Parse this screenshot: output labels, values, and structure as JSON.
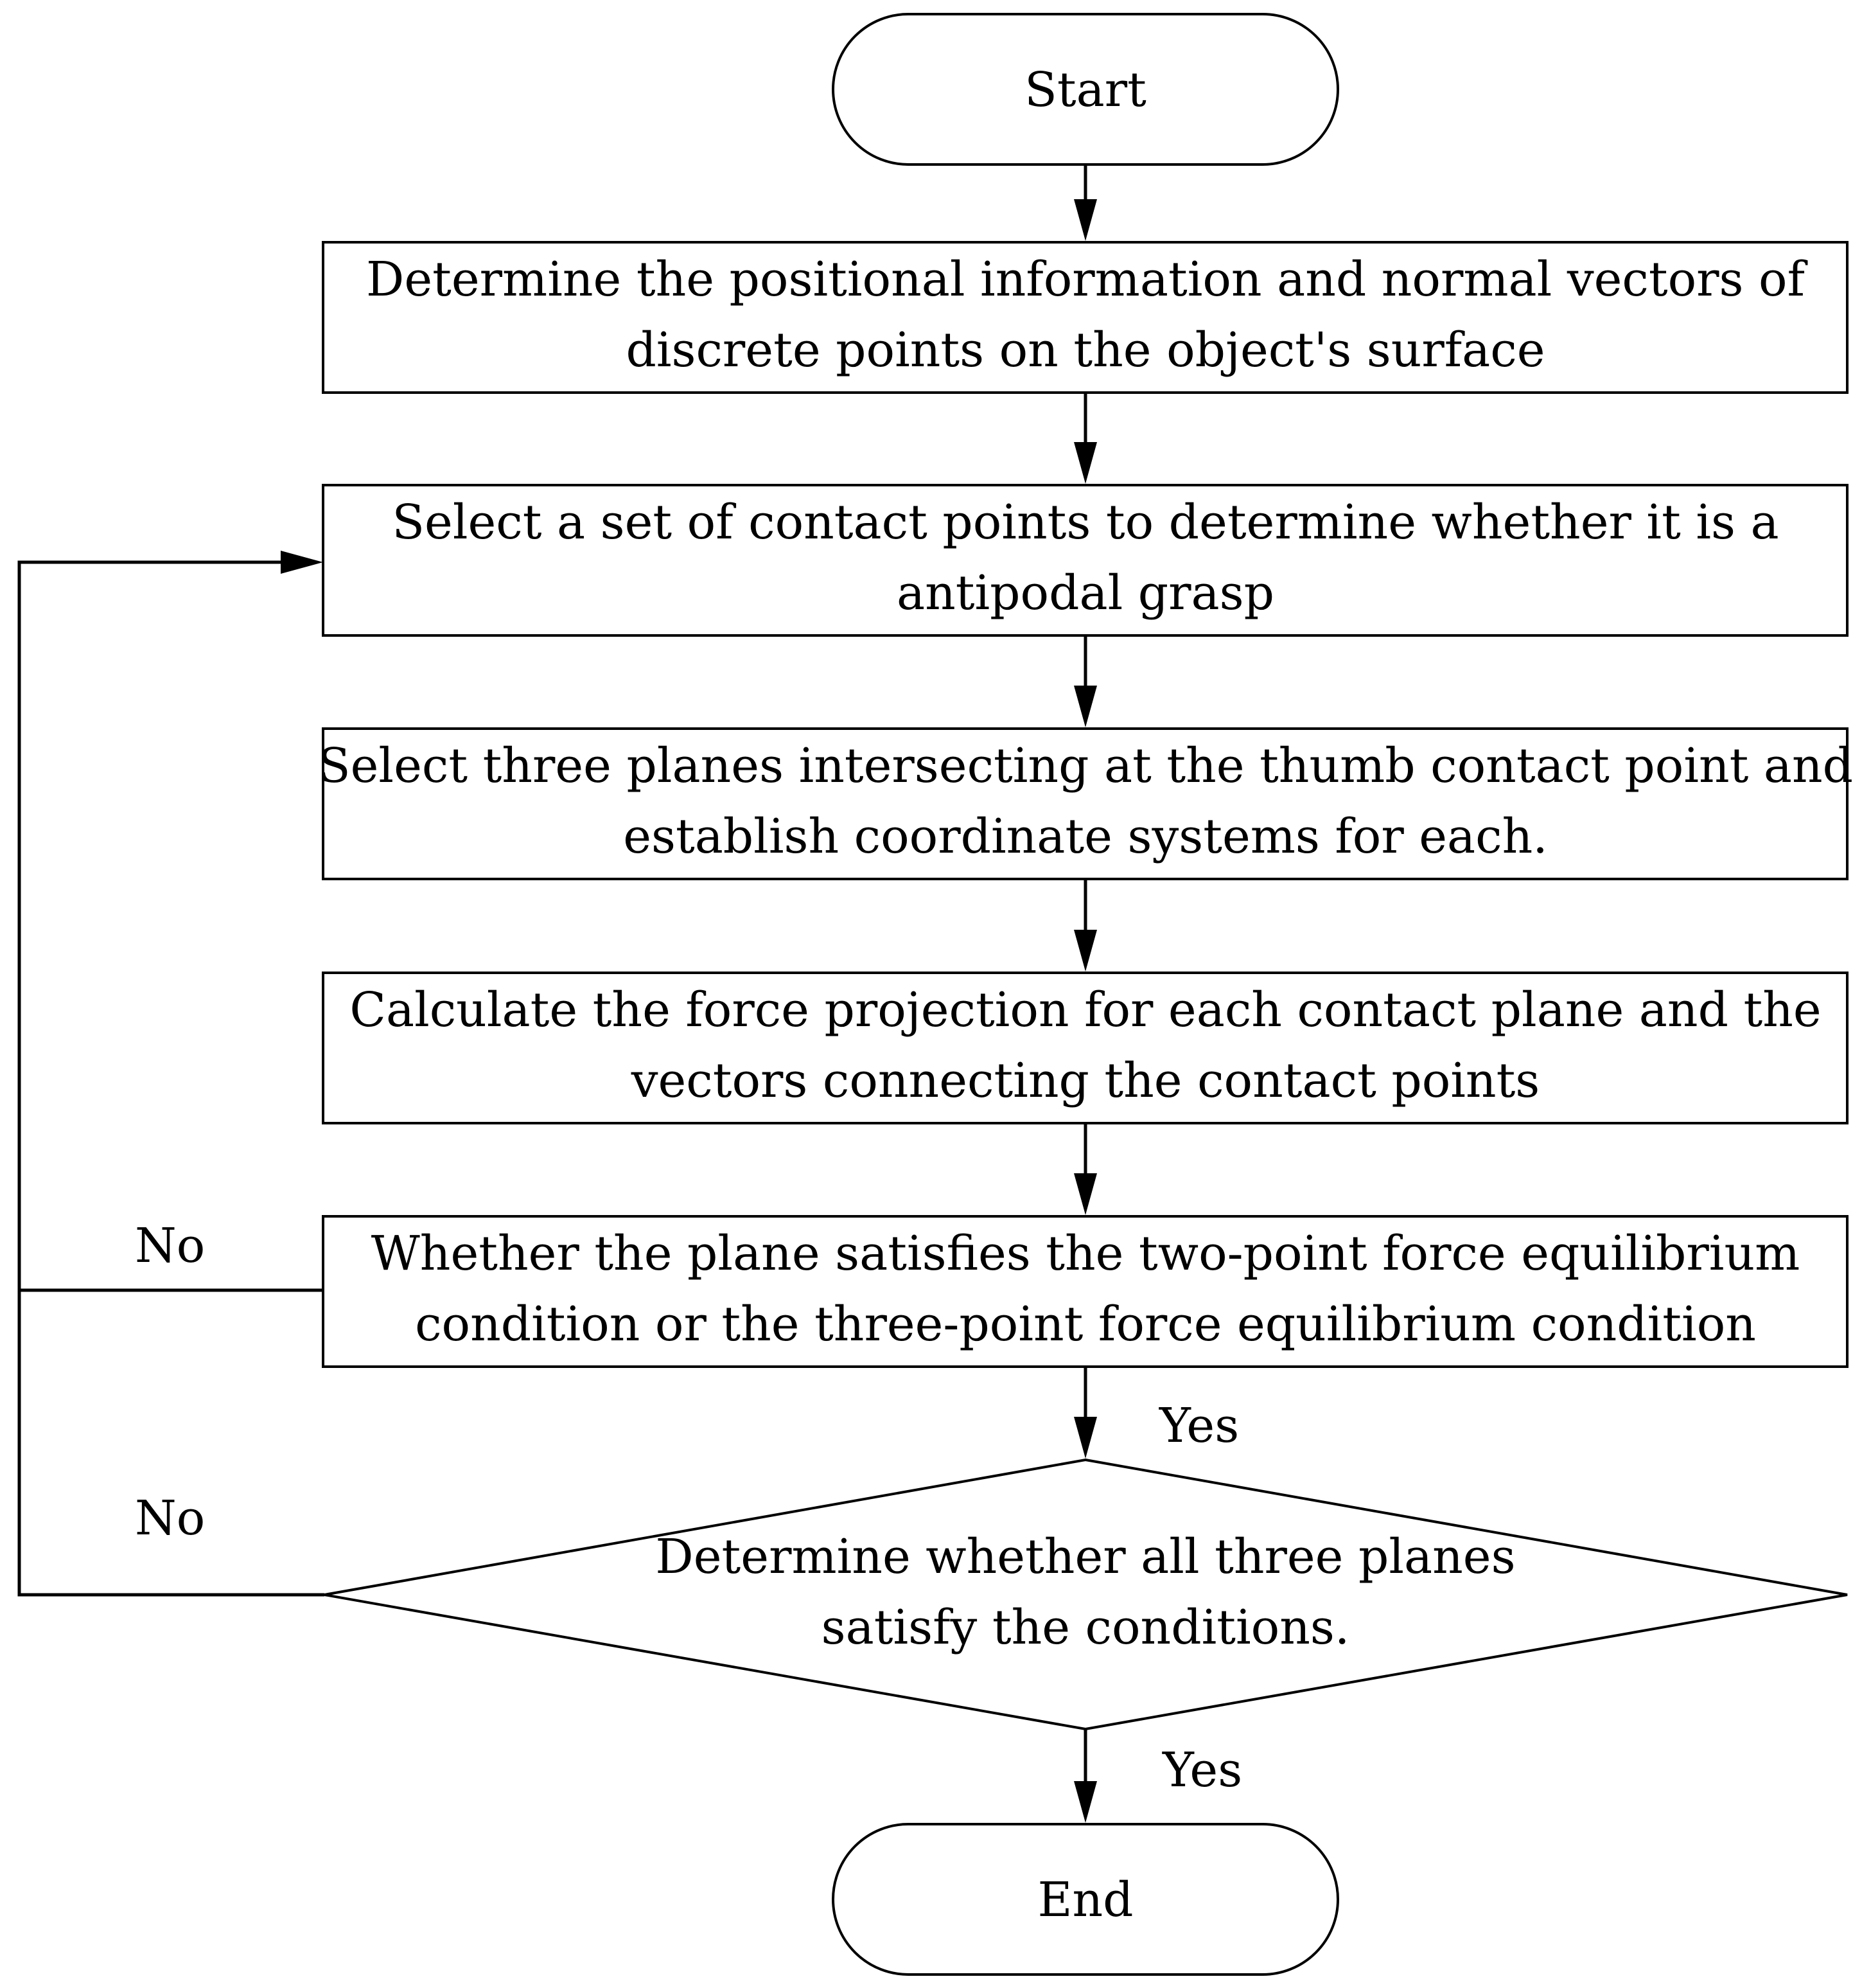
{
  "flowchart": {
    "start": {
      "label": "Start"
    },
    "steps": [
      {
        "lines": [
          "Determine the positional information and normal vectors of",
          "discrete points on the object's surface"
        ]
      },
      {
        "lines": [
          "Select a set of contact points to determine whether it is a",
          "antipodal grasp"
        ]
      },
      {
        "lines": [
          "Select three planes intersecting at the thumb contact point and",
          "establish coordinate systems for each."
        ]
      },
      {
        "lines": [
          "Calculate the force projection for each contact plane and the",
          "vectors connecting the contact points"
        ]
      },
      {
        "lines": [
          "Whether the plane satisfies the two-point force equilibrium",
          "condition or the three-point force equilibrium condition"
        ]
      }
    ],
    "decision": {
      "lines": [
        "Determine whether all three planes",
        "satisfy the conditions."
      ]
    },
    "end": {
      "label": "End"
    },
    "edge_labels": {
      "step5_yes": "Yes",
      "step5_no": "No",
      "decision_yes": "Yes",
      "decision_no": "No"
    }
  }
}
